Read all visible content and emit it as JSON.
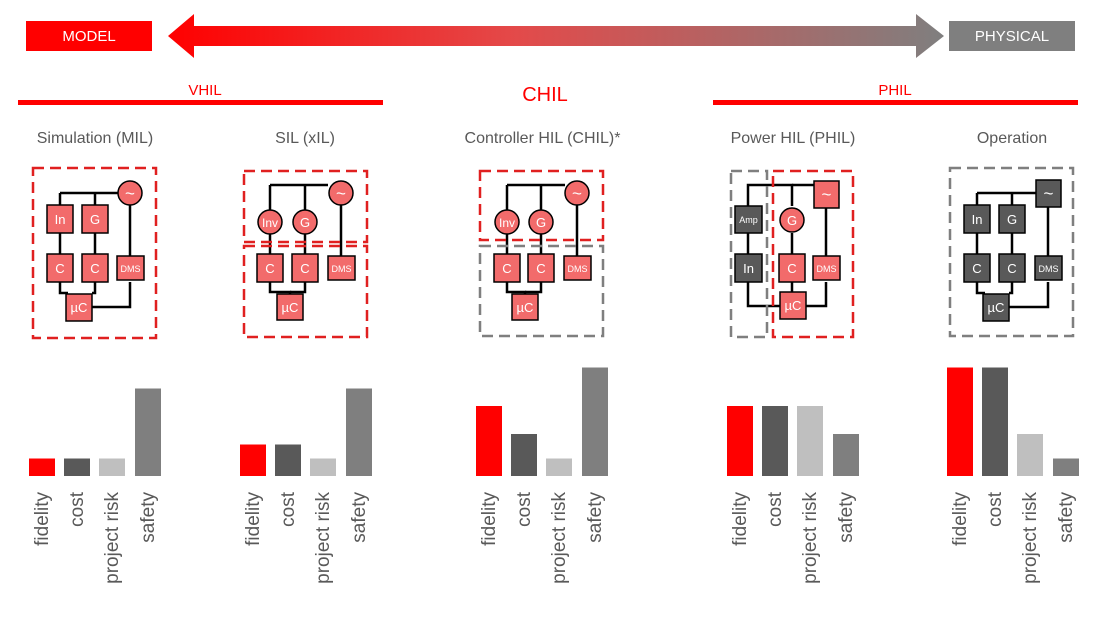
{
  "header": {
    "model_label": "MODEL",
    "physical_label": "PHYSICAL"
  },
  "categories": {
    "vhil": "VHIL",
    "chil": "CHIL",
    "phil": "PHIL"
  },
  "bar_legend": [
    "fidelity",
    "cost",
    "project risk",
    "safety"
  ],
  "colors": {
    "red": "#ff0000",
    "dark_gray": "#595959",
    "light_gray": "#bfbfbf",
    "mid_gray": "#7f7f7f",
    "block_red": "#f26b6b",
    "block_gray": "#595959"
  },
  "columns": [
    {
      "title": "Simulation (MIL)",
      "blocks": {
        "in": "In",
        "g": "G",
        "c1": "C",
        "c2": "C",
        "dms": "DMS",
        "uc": "µC",
        "source": "~"
      },
      "bars": {
        "fidelity": 1,
        "cost": 1,
        "project_risk": 1,
        "safety": 5
      }
    },
    {
      "title": "SIL (xIL)",
      "blocks": {
        "inv": "Inv",
        "g": "G",
        "c1": "C",
        "c2": "C",
        "dms": "DMS",
        "uc": "µC",
        "source": "~"
      },
      "bars": {
        "fidelity": 1.8,
        "cost": 1.8,
        "project_risk": 1,
        "safety": 5
      }
    },
    {
      "title": "Controller HIL (CHIL)*",
      "blocks": {
        "inv": "Inv",
        "g": "G",
        "c1": "C",
        "c2": "C",
        "dms": "DMS",
        "uc": "µC",
        "source": "~"
      },
      "bars": {
        "fidelity": 4,
        "cost": 2.4,
        "project_risk": 1,
        "safety": 6.2
      }
    },
    {
      "title": "Power HIL (PHIL)",
      "blocks": {
        "amp": "Amp",
        "in": "In",
        "g": "G",
        "c": "C",
        "dms": "DMS",
        "uc": "µC",
        "source": "~"
      },
      "bars": {
        "fidelity": 4,
        "cost": 4,
        "project_risk": 4,
        "safety": 2.4
      }
    },
    {
      "title": "Operation",
      "blocks": {
        "in": "In",
        "g": "G",
        "c1": "C",
        "c2": "C",
        "dms": "DMS",
        "uc": "µC",
        "source": "~"
      },
      "bars": {
        "fidelity": 6.2,
        "cost": 6.2,
        "project_risk": 2.4,
        "safety": 1
      }
    }
  ]
}
